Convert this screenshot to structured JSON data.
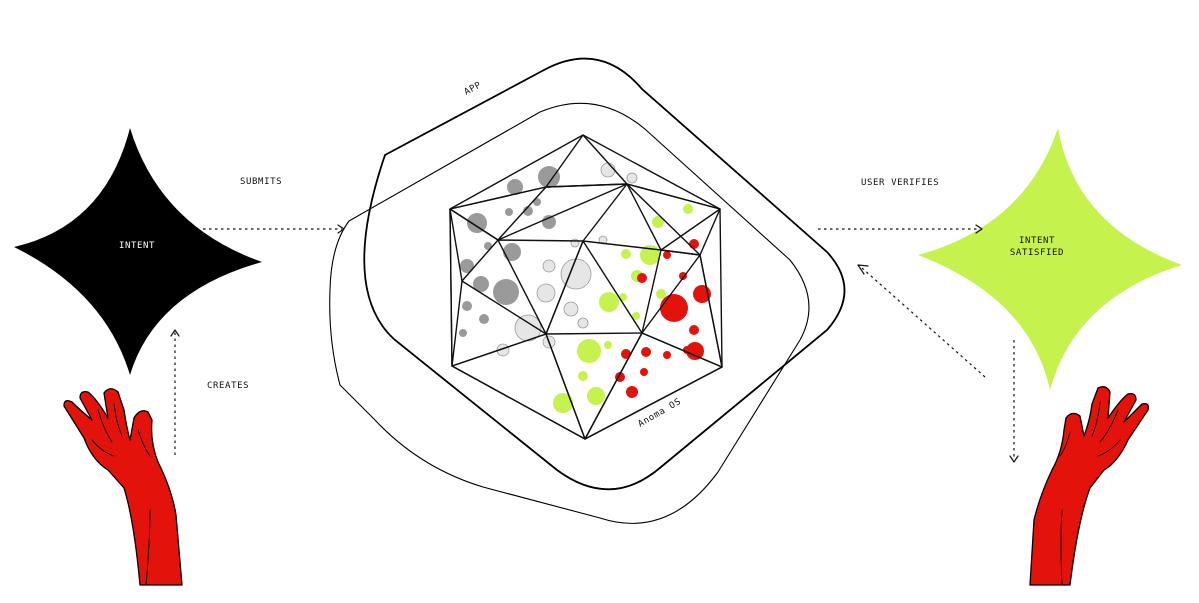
{
  "colors": {
    "intent_star": "#000000",
    "satisfied_star": "#c6f24e",
    "hand": "#e3120b",
    "bubble_gray": "#9a9a9a",
    "bubble_light": "#e6e6e6",
    "bubble_green": "#c6f24e",
    "bubble_red": "#e3120b",
    "line": "#111111"
  },
  "nodes": {
    "intent": {
      "label": "INTENT",
      "shape": "four-point-star",
      "color": "black"
    },
    "satisfied": {
      "label_line1": "INTENT",
      "label_line2": "SATISFIED",
      "shape": "four-point-star",
      "color": "lime"
    }
  },
  "containers": {
    "app": {
      "label": "APP"
    },
    "os": {
      "label": "Anoma OS"
    }
  },
  "edges": {
    "submits": {
      "label": "SUBMITS",
      "from": "intent",
      "to": "app"
    },
    "creates": {
      "label": "CREATES",
      "from": "user-hand-left",
      "to": "intent"
    },
    "user_verifies": {
      "label": "USER VERIFIES",
      "from": "app",
      "to": "satisfied"
    }
  },
  "icons": [
    "four-point-star-icon",
    "open-hand-icon",
    "icosahedron-icon"
  ]
}
